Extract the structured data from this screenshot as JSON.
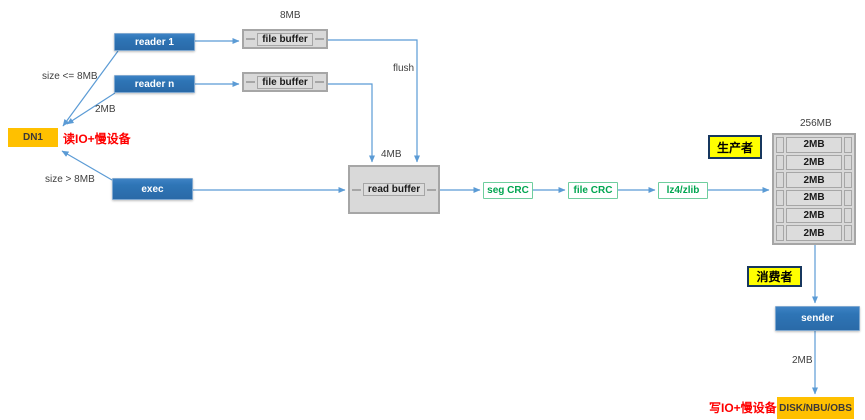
{
  "diagram": {
    "title_implicit": "backup data flow pipeline",
    "nodes": {
      "dn1": {
        "label": "DN1"
      },
      "reader1": {
        "label": "reader 1"
      },
      "reader_n": {
        "label": "reader n"
      },
      "exec": {
        "label": "exec"
      },
      "file_buffer_1": {
        "label": "file buffer"
      },
      "file_buffer_2": {
        "label": "file buffer"
      },
      "read_buffer": {
        "label": "read buffer"
      },
      "seg_crc": {
        "label": "seg CRC"
      },
      "file_crc": {
        "label": "file CRC"
      },
      "lz4_zlib": {
        "label": "lz4/zlib"
      },
      "producer": {
        "label": "生产者"
      },
      "consumer": {
        "label": "消费者"
      },
      "sender": {
        "label": "sender"
      },
      "disk": {
        "label": "DISK/NBU/OBS"
      }
    },
    "queue": {
      "capacity_label": "256MB",
      "slots": [
        "2MB",
        "2MB",
        "2MB",
        "2MB",
        "2MB",
        "2MB"
      ]
    },
    "labels": {
      "size_le_8mb": "size <= 8MB",
      "two_mb_read": "2MB",
      "size_gt_8mb": "size > 8MB",
      "eight_mb": "8MB",
      "flush": "flush",
      "four_mb": "4MB",
      "two_mb_send": "2MB",
      "read_io_slow": "读IO+慢设备",
      "write_io_slow": "写IO+慢设备"
    },
    "colors": {
      "arrow_blue": "#5B9BD5",
      "node_blue": "#2E75B6",
      "buffer_gray": "#D9D9D9",
      "buffer_border": "#A6A6A6",
      "highlight_yellow": "#FFFF00",
      "storage_orange": "#FFC000",
      "crc_green": "#00A550",
      "warning_red": "#FF0000"
    }
  }
}
